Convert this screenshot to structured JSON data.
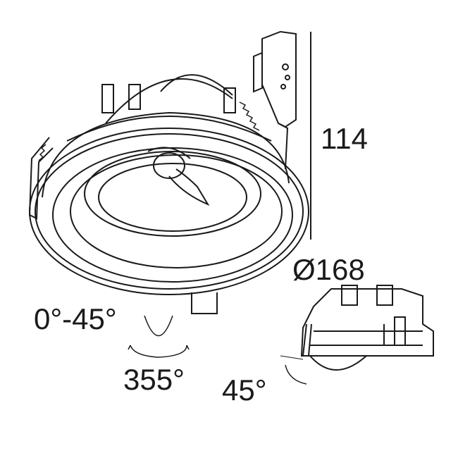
{
  "dimensions": {
    "height": "114",
    "diameter": "Ø168"
  },
  "angles": {
    "tilt": "0°-45°",
    "rotation": "355°",
    "side_tilt": "45°"
  },
  "colors": {
    "line": "#1a1a1a",
    "background": "#ffffff"
  }
}
